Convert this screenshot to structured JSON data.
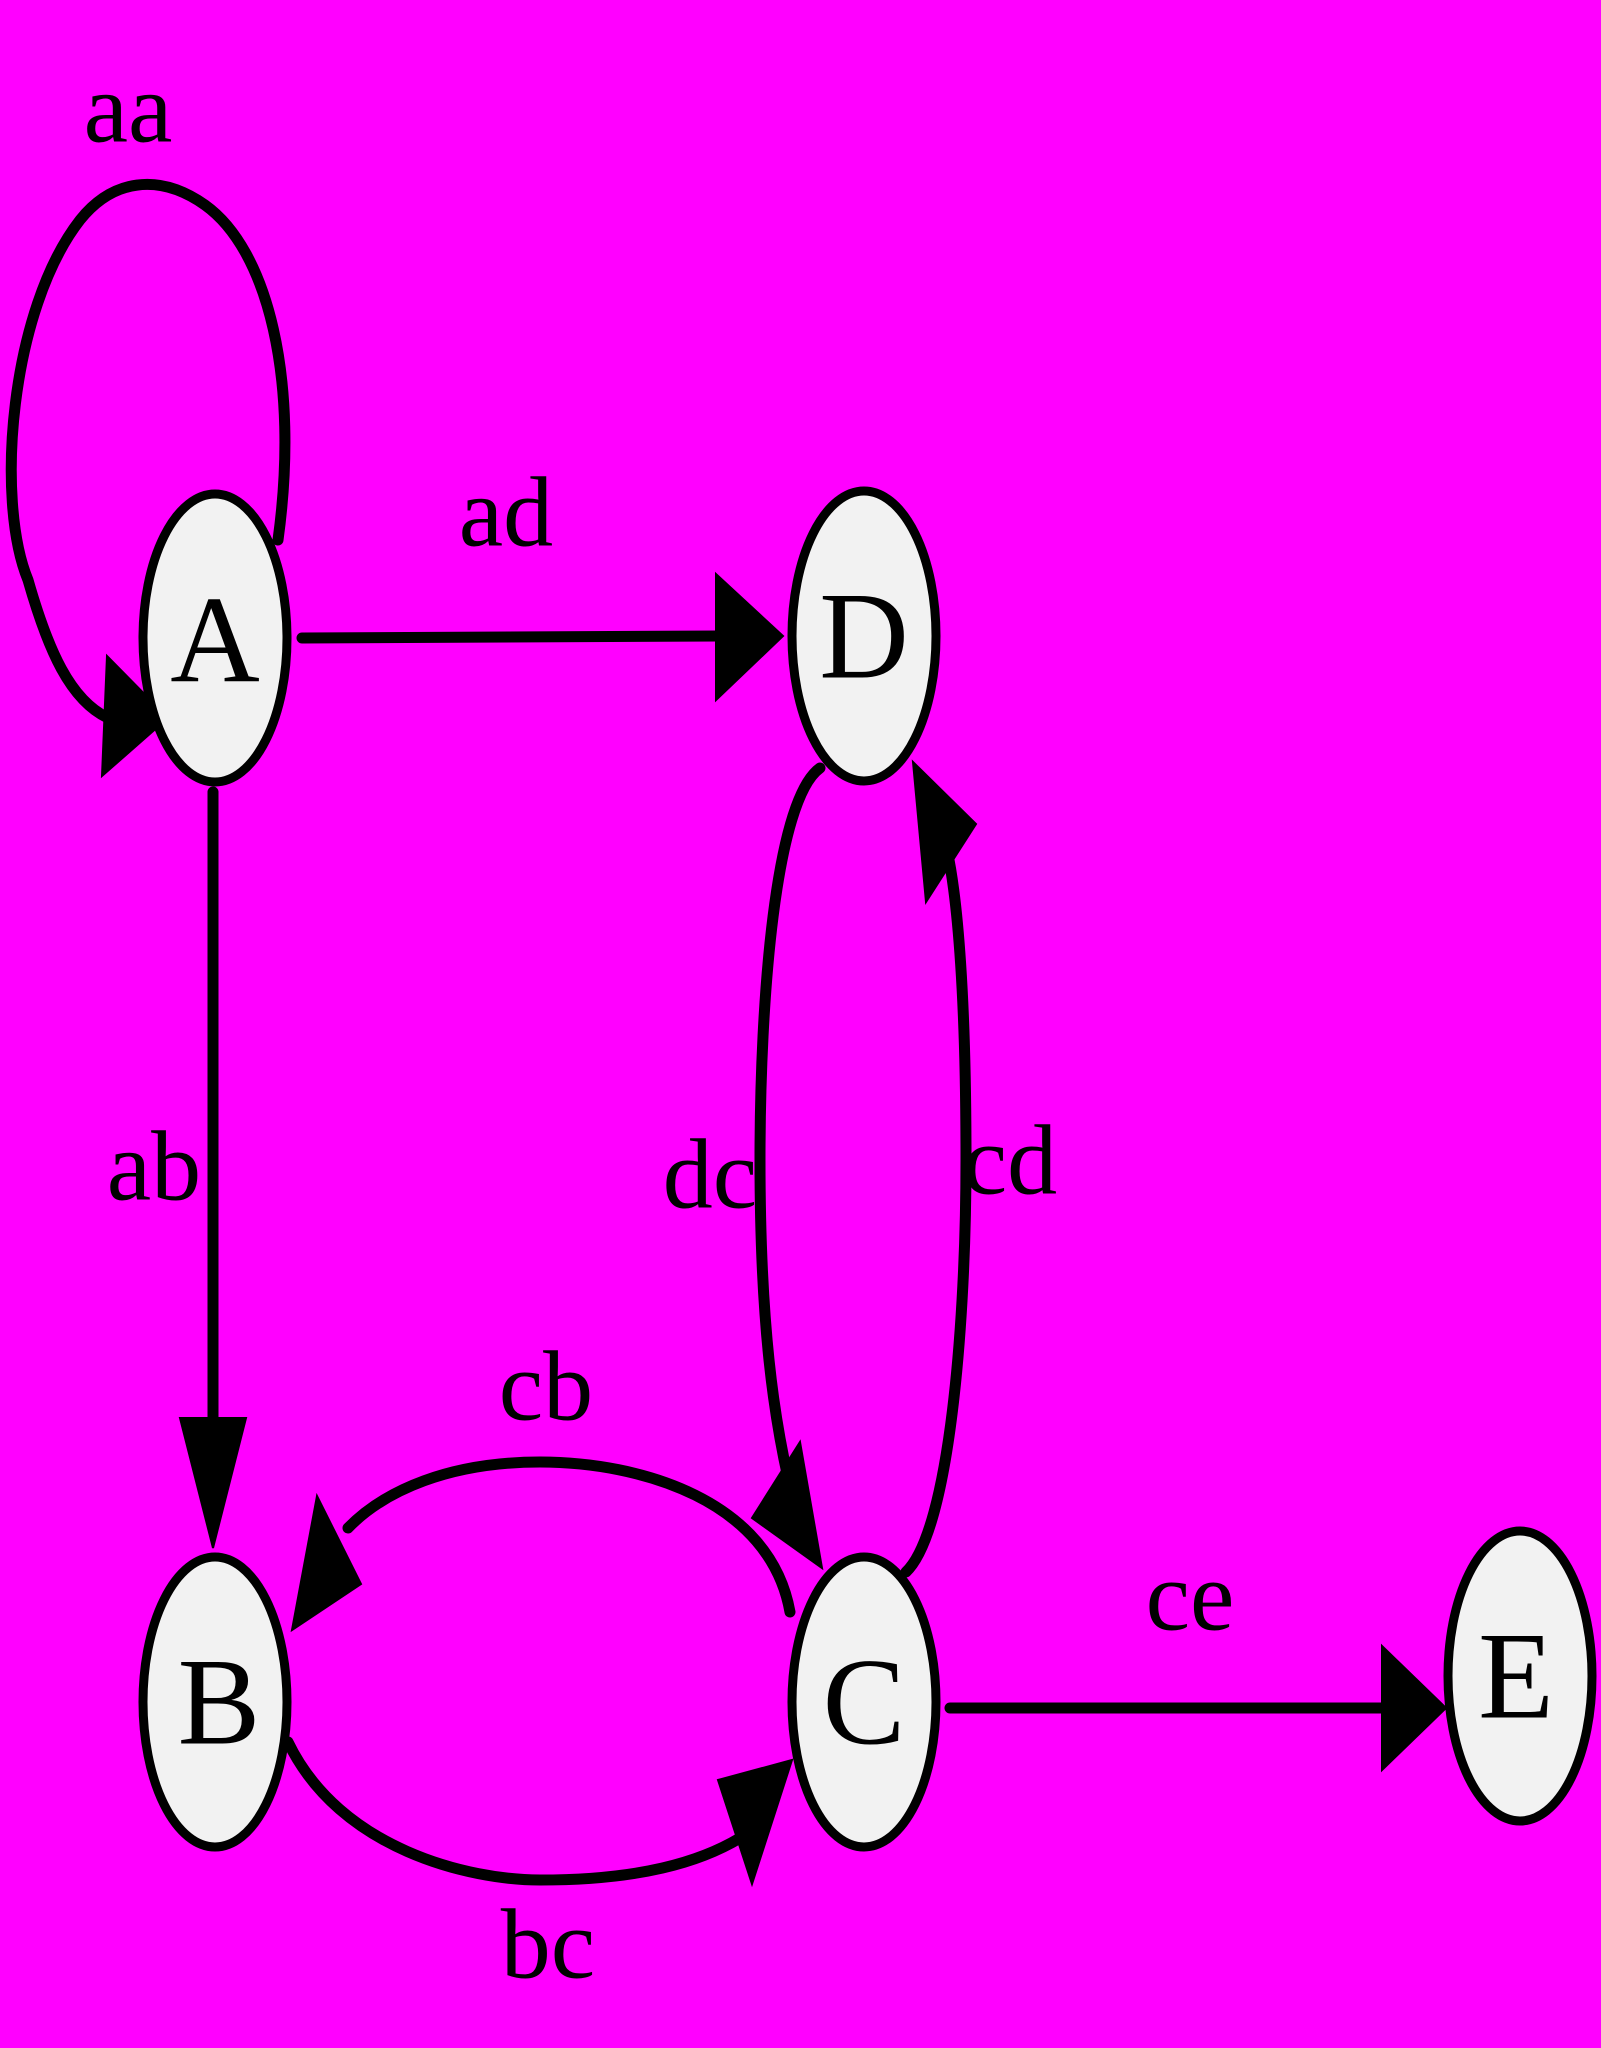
{
  "diagram": {
    "background_color": "#ff00ff",
    "node_fill_color": "#f2f2f2",
    "stroke_color": "#000000",
    "nodes": {
      "a": {
        "label": "A"
      },
      "b": {
        "label": "B"
      },
      "c": {
        "label": "C"
      },
      "d": {
        "label": "D"
      },
      "e": {
        "label": "E"
      }
    },
    "edges": {
      "aa": {
        "label": "aa",
        "from": "A",
        "to": "A"
      },
      "ad": {
        "label": "ad",
        "from": "A",
        "to": "D"
      },
      "ab": {
        "label": "ab",
        "from": "A",
        "to": "B"
      },
      "dc": {
        "label": "dc",
        "from": "D",
        "to": "C"
      },
      "cd": {
        "label": "cd",
        "from": "C",
        "to": "D"
      },
      "cb": {
        "label": "cb",
        "from": "C",
        "to": "B"
      },
      "bc": {
        "label": "bc",
        "from": "B",
        "to": "C"
      },
      "ce": {
        "label": "ce",
        "from": "C",
        "to": "E"
      }
    }
  }
}
